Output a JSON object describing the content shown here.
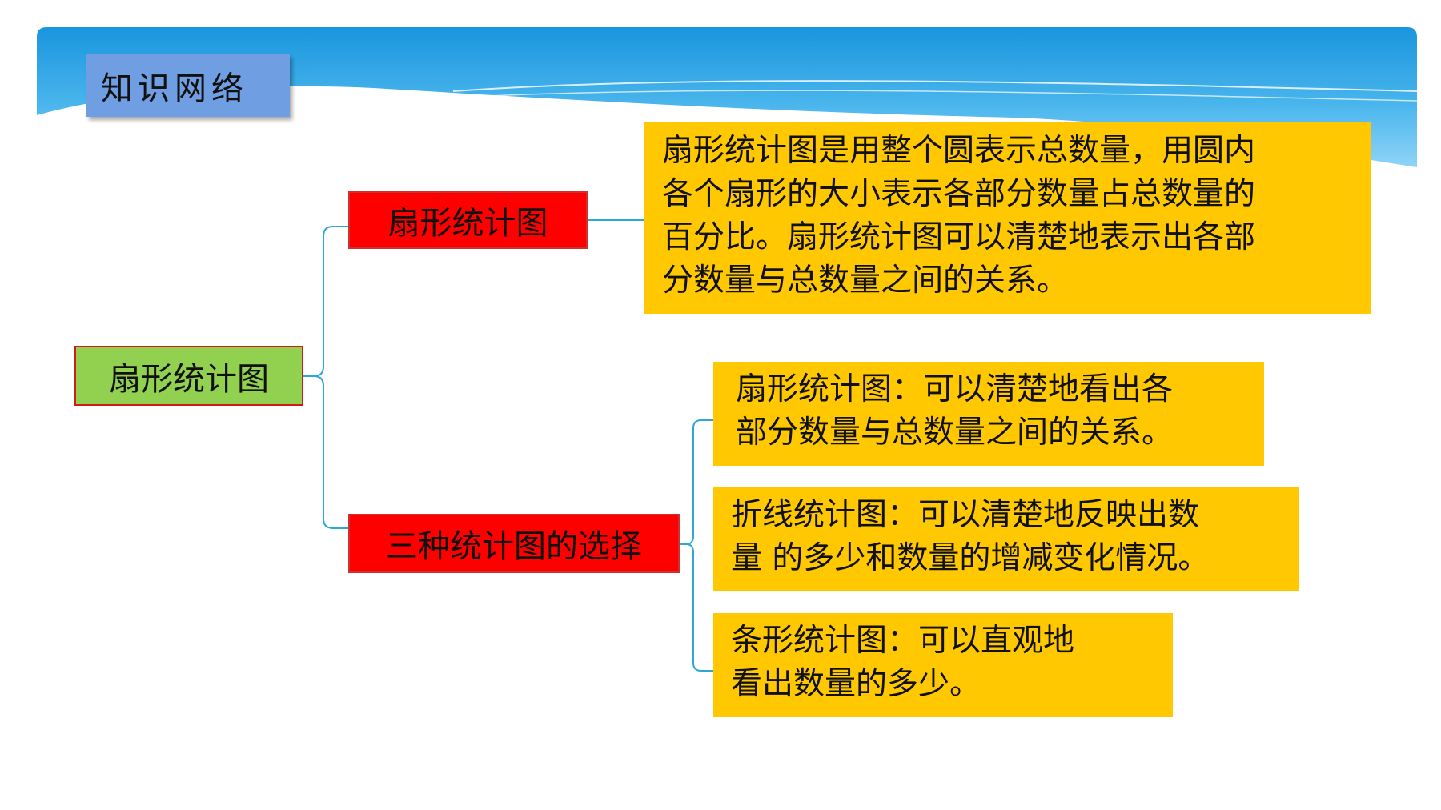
{
  "header": {
    "title": "知识网络"
  },
  "diagram": {
    "root": "扇形统计图",
    "branch_pie": "扇形统计图",
    "branch_choice": "三种统计图的选择",
    "definition": {
      "lines": [
        "扇形统计图是用整个圆表示总数量，用圆内",
        "各个扇形的大小表示各部分数量占总数量的",
        "百分比。扇形统计图可以清楚地表示出各部",
        "分数量与总数量之间的关系。"
      ]
    },
    "choices": [
      {
        "lines": [
          "扇形统计图：可以清楚地看出各",
          "部分数量与总数量之间的关系。"
        ]
      },
      {
        "lines": [
          "折线统计图：可以清楚地反映出数",
          "量 的多少和数量的增减变化情况。"
        ]
      },
      {
        "lines": [
          "条形统计图：可以直观地",
          "看出数量的多少。"
        ]
      }
    ]
  },
  "colors": {
    "header_blue": "#1e9ae0",
    "title_box": "#6f9fe2",
    "root_fill": "#92d050",
    "branch_fill": "#ff0000",
    "note_fill": "#ffc800",
    "connector": "#2ea6d6"
  }
}
